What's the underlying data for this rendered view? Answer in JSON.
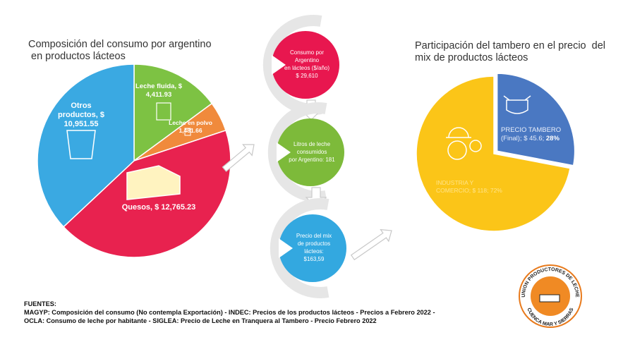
{
  "left_title": [
    "Composición del consumo por argentino",
    " en productos lácteos"
  ],
  "right_title": [
    "Participación del tambero en el precio  del",
    "mix de productos lácteos"
  ],
  "flow": [
    {
      "lines": [
        "Consumo por",
        "Argentino",
        "en lácteos ($/año)",
        "$ 29,610"
      ],
      "color": "#e8174f"
    },
    {
      "lines": [
        "Litros de leche",
        "consumidos",
        "por Argentino:  181"
      ],
      "color": "#7dba3a"
    },
    {
      "lines": [
        "Precio del mix",
        "de productos",
        "lácteos:",
        "$163,59"
      ],
      "color": "#33a8e0"
    }
  ],
  "sources": [
    "FUENTES:",
    "MAGYP: Composición del consumo (No contempla Exportación) - INDEC: Precios de los productos lácteos - Precios a Febrero 2022 -",
    "OCLA: Consumo de leche por habitante - SIGLEA: Precio de Leche en Tranquera al Tambero - Precio Febrero 2022"
  ],
  "logo_text": [
    "UNION PRODUCTORES DE LECHE",
    "CUENCA MAR Y SIERRAS"
  ],
  "chart_data": [
    {
      "type": "pie",
      "title": "Composición del consumo por argentino en productos lácteos",
      "slices": [
        {
          "name": "Leche fluida",
          "value": 4411.93,
          "label": [
            "Leche fluida,  $",
            "4,411.93"
          ],
          "color": "#7dc243"
        },
        {
          "name": "Leche en polvo",
          "value": 1481.66,
          "label": [
            "Leche en polvo",
            "1,481.66"
          ],
          "color": "#f08a3c"
        },
        {
          "name": "Quesos",
          "value": 12765.23,
          "label": [
            "Quesos,  $ 12,765.23"
          ],
          "color": "#e8224f"
        },
        {
          "name": "Otros productos",
          "value": 10951.55,
          "label": [
            "Otros",
            "productos,  $",
            "10,951.55"
          ],
          "color": "#3aa9e2"
        }
      ]
    },
    {
      "type": "pie",
      "title": "Participación del tambero en el precio del mix de productos lácteos",
      "slices": [
        {
          "name": "Precio tambero",
          "value": 28,
          "label": [
            "PRECIO TAMBERO",
            "(Final); $ 45.6; ",
            "28%"
          ],
          "color": "#4a78c2"
        },
        {
          "name": "Industria y comercio",
          "value": 72,
          "label": [
            "INDUSTRIA Y",
            "COMERCIO; $ 118; 72%"
          ],
          "color": "#fbc518"
        }
      ]
    }
  ]
}
